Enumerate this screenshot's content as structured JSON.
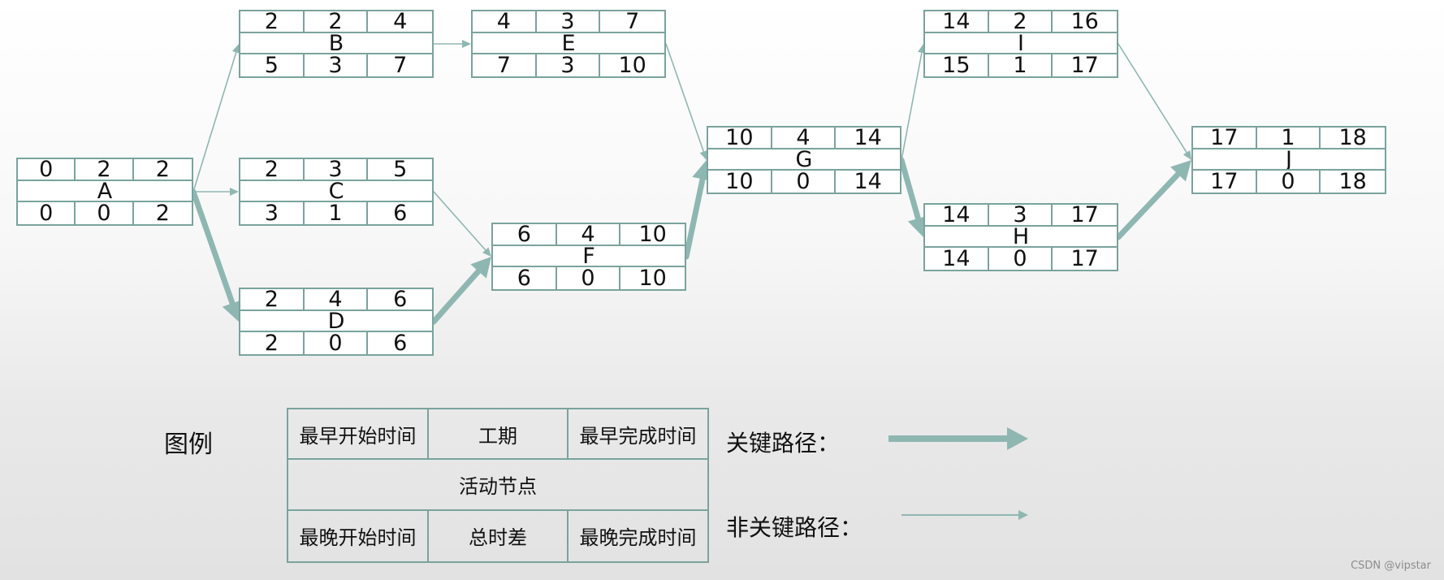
{
  "colors": {
    "edge": "#8fb7b2",
    "node_border": "#7aa39d"
  },
  "nodes": [
    {
      "id": "A",
      "es": "0",
      "dur": "2",
      "ef": "2",
      "ls": "0",
      "tf": "0",
      "lf": "2"
    },
    {
      "id": "B",
      "es": "2",
      "dur": "2",
      "ef": "4",
      "ls": "5",
      "tf": "3",
      "lf": "7"
    },
    {
      "id": "C",
      "es": "2",
      "dur": "3",
      "ef": "5",
      "ls": "3",
      "tf": "1",
      "lf": "6"
    },
    {
      "id": "D",
      "es": "2",
      "dur": "4",
      "ef": "6",
      "ls": "2",
      "tf": "0",
      "lf": "6"
    },
    {
      "id": "E",
      "es": "4",
      "dur": "3",
      "ef": "7",
      "ls": "7",
      "tf": "3",
      "lf": "10"
    },
    {
      "id": "F",
      "es": "6",
      "dur": "4",
      "ef": "10",
      "ls": "6",
      "tf": "0",
      "lf": "10"
    },
    {
      "id": "G",
      "es": "10",
      "dur": "4",
      "ef": "14",
      "ls": "10",
      "tf": "0",
      "lf": "14"
    },
    {
      "id": "I",
      "es": "14",
      "dur": "2",
      "ef": "16",
      "ls": "15",
      "tf": "1",
      "lf": "17"
    },
    {
      "id": "H",
      "es": "14",
      "dur": "3",
      "ef": "17",
      "ls": "14",
      "tf": "0",
      "lf": "17"
    },
    {
      "id": "J",
      "es": "17",
      "dur": "1",
      "ef": "18",
      "ls": "17",
      "tf": "0",
      "lf": "18"
    }
  ],
  "edges": [
    {
      "from": "A",
      "to": "B",
      "critical": false
    },
    {
      "from": "A",
      "to": "C",
      "critical": false
    },
    {
      "from": "A",
      "to": "D",
      "critical": true
    },
    {
      "from": "B",
      "to": "E",
      "critical": false
    },
    {
      "from": "C",
      "to": "F",
      "critical": false
    },
    {
      "from": "D",
      "to": "F",
      "critical": true
    },
    {
      "from": "E",
      "to": "G",
      "critical": false
    },
    {
      "from": "F",
      "to": "G",
      "critical": true
    },
    {
      "from": "G",
      "to": "I",
      "critical": false
    },
    {
      "from": "G",
      "to": "H",
      "critical": true
    },
    {
      "from": "I",
      "to": "J",
      "critical": false
    },
    {
      "from": "H",
      "to": "J",
      "critical": true
    }
  ],
  "legend": {
    "title": "图例",
    "early_start": "最早开始时间",
    "duration": "工期",
    "early_finish": "最早完成时间",
    "activity_node": "活动节点",
    "late_start": "最晚开始时间",
    "total_float": "总时差",
    "late_finish": "最晚完成时间",
    "critical_label": "关键路径：",
    "noncritical_label": "非关键路径："
  },
  "watermark": "CSDN @vipstar"
}
